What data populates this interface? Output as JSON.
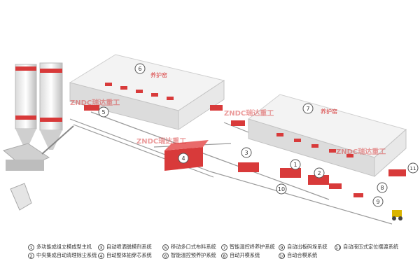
{
  "hall_labels": {
    "left": "养护窑",
    "right": "养护窑"
  },
  "brand": "ZNDC瑞达重工",
  "callouts": [
    "1",
    "2",
    "3",
    "4",
    "5",
    "6",
    "7",
    "8",
    "9",
    "10",
    "11"
  ],
  "legend": [
    {
      "num": "1",
      "text": "多功能成组立模成型主机"
    },
    {
      "num": "2",
      "text": "中央集成自动清理除尘系统"
    },
    {
      "num": "3",
      "text": "自动喷洒脱模剂系统"
    },
    {
      "num": "4",
      "text": "自动整体抽穿芯系统"
    },
    {
      "num": "5",
      "text": "移动多口式布料系统"
    },
    {
      "num": "6",
      "text": "智能温控预养护系统"
    },
    {
      "num": "7",
      "text": "智能温控终养护系统"
    },
    {
      "num": "8",
      "text": "自动开模系统"
    },
    {
      "num": "9",
      "text": "自动出板码垛系统"
    },
    {
      "num": "10",
      "text": "自动合模系统"
    },
    {
      "num": "11",
      "text": "自动液压式定位摆渡系统"
    }
  ],
  "colors": {
    "accent_red": "#d83a3a",
    "roof": "#f3f3f3",
    "wall": "#dcdcdc",
    "rail": "#9a9a9a"
  }
}
